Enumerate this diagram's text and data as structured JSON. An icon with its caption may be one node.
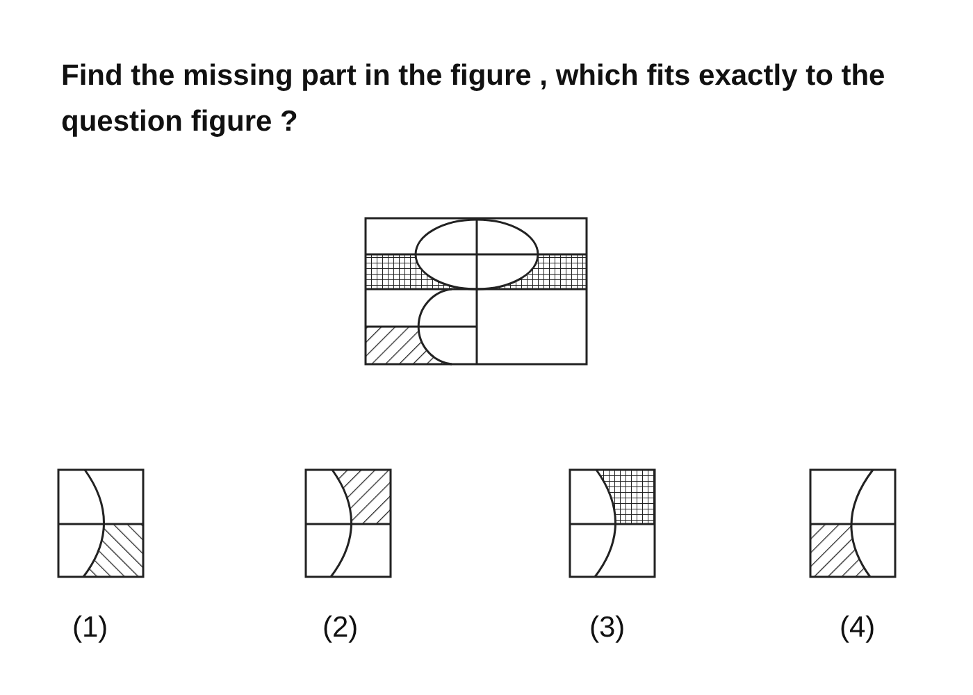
{
  "diagram": {
    "title": "Find the missing part in the figure , which fits exactly to the question figure ?",
    "labels": [
      "(1)",
      "(2)",
      "(3)",
      "(4)"
    ]
  }
}
